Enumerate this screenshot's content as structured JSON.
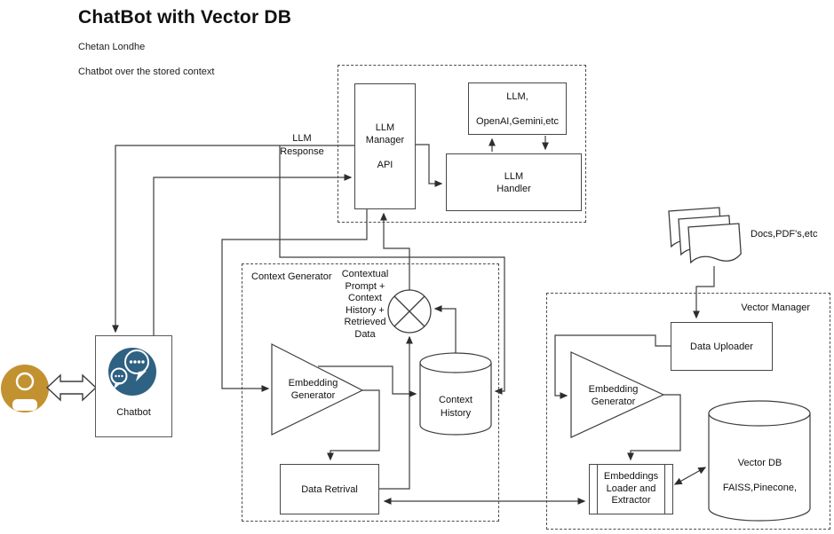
{
  "header": {
    "title": "ChatBot with Vector DB",
    "author": "Chetan Londhe",
    "subtitle": "Chatbot over the stored context"
  },
  "groups": {
    "context_generator": "Context Generator",
    "vector_manager": "Vector Manager"
  },
  "nodes": {
    "llm_manager": "LLM\nManager\n\nAPI",
    "llm_providers": "LLM,\n\nOpenAI,Gemini,etc",
    "llm_handler": "LLM\nHandler",
    "chatbot": "Chatbot",
    "context_embedding_generator": "Embedding\nGenerator",
    "context_history": "Context\nHistory",
    "data_retrival": "Data Retrival",
    "data_uploader": "Data Uploader",
    "vector_embedding_generator": "Embedding\nGenerator",
    "embeddings_loader": "Embeddings\nLoader and\nExtractor",
    "vector_db": "Vector DB\n\nFAISS,Pinecone,"
  },
  "annotations": {
    "llm_response": "LLM\nResponse",
    "contextual_prompt": "Contextual\nPrompt +\nContext\nHistory +\nRetrieved\nData",
    "docs": "Docs,PDF's,etc"
  },
  "icons": {
    "user": "user-avatar-icon",
    "chatbot": "chat-bubbles-icon",
    "documents": "stacked-documents-icon"
  },
  "colors": {
    "user_icon_bg": "#C39230",
    "chatbot_icon_bg": "#2E6182",
    "wire": "#3d3d3d"
  }
}
